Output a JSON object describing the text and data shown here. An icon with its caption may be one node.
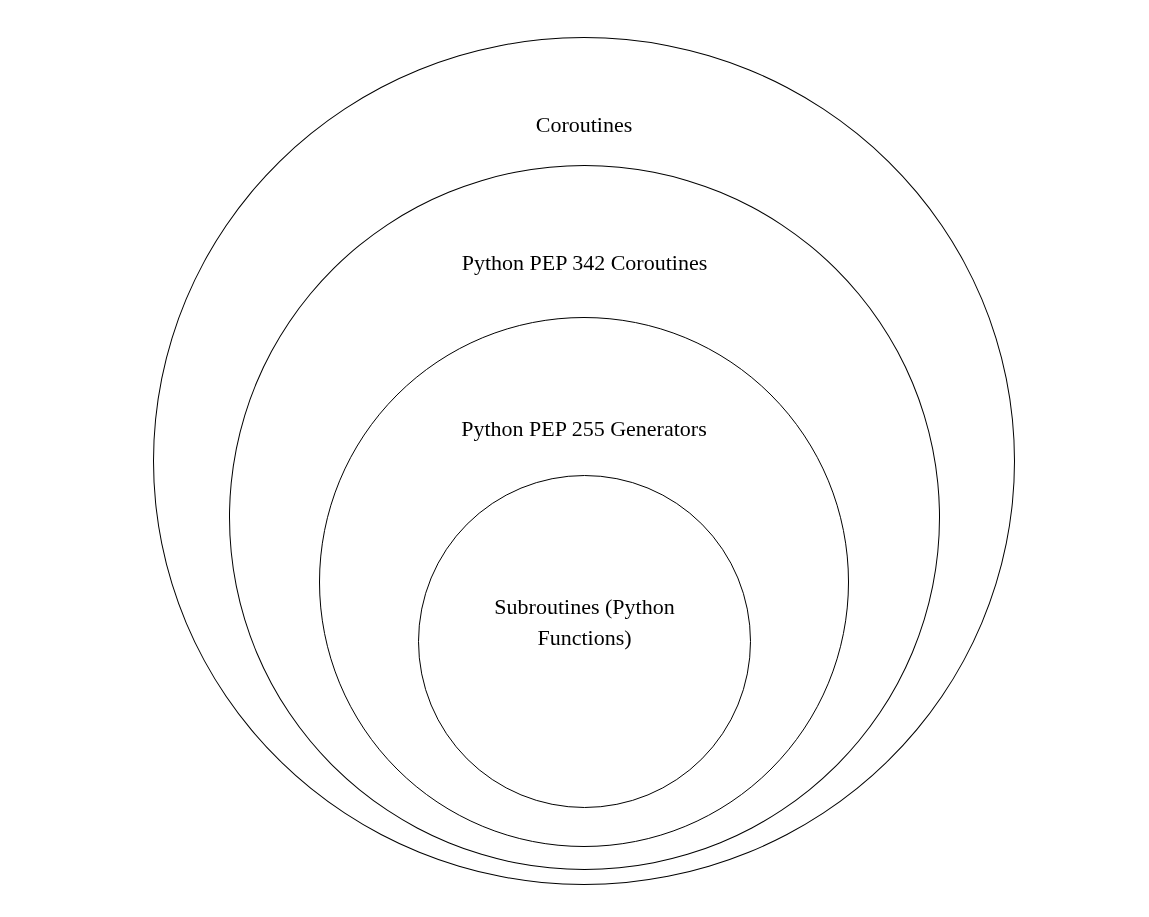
{
  "diagram": {
    "nodes": [
      {
        "text": [
          "Coroutines"
        ]
      },
      {
        "text": [
          "Python PEP 342 Coroutines"
        ],
        "in": 0
      },
      {
        "text": [
          "Python PEP 255 Generators"
        ],
        "in": 1
      },
      {
        "text": [
          "Subroutines (Python Functions)"
        ],
        "in": 2
      }
    ]
  }
}
